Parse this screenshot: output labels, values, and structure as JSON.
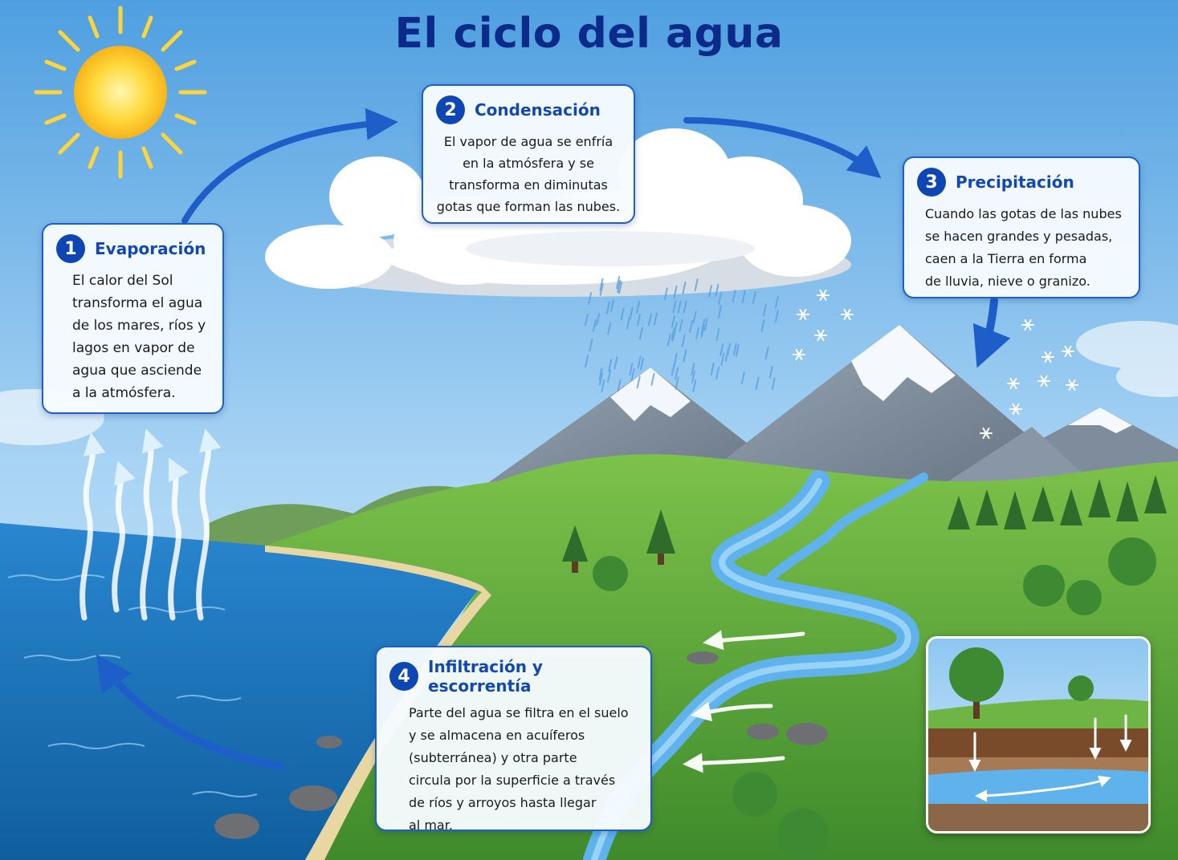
{
  "title": "El ciclo del agua",
  "steps": [
    {
      "number": "1",
      "title": "Evaporación",
      "text": "El calor del Sol\ntransforma el agua\nde los mares, ríos y\nlagos en vapor de\nagua que asciende\na la atmósfera."
    },
    {
      "number": "2",
      "title": "Condensación",
      "text": "El vapor de agua se enfría\nen la atmósfera y se\ntransforma en diminutas\ngotas que forman las nubes."
    },
    {
      "number": "3",
      "title": "Precipitación",
      "text": "Cuando las gotas de las nubes\nse hacen grandes y pesadas,\ncaen a la Tierra en forma\nde lluvia, nieve o granizo."
    },
    {
      "number": "4",
      "title": "Infiltración y escorrentía",
      "text": "Parte del agua se filtra en el suelo\ny se almacena en acuíferos\n(subterránea) y otra parte\ncircula por la superficie a través\nde ríos y arroyos hasta llegar\nal mar."
    }
  ],
  "colors": {
    "title": "#0b2a8a",
    "accent": "#1d5ec8",
    "badge": "#0f46b4",
    "arrow": "#1d5ec8",
    "sky_top": "#4f9fe0",
    "sky_bottom": "#d6ecfb",
    "sea": "#1f7fc6",
    "grass": "#5aa83a"
  },
  "icons": [
    "sun-icon",
    "cloud-icon",
    "rain-icon",
    "snowflake-icon",
    "mountain-icon",
    "tree-icon",
    "river-icon",
    "arrow-icon",
    "soil-cross-section-icon"
  ]
}
